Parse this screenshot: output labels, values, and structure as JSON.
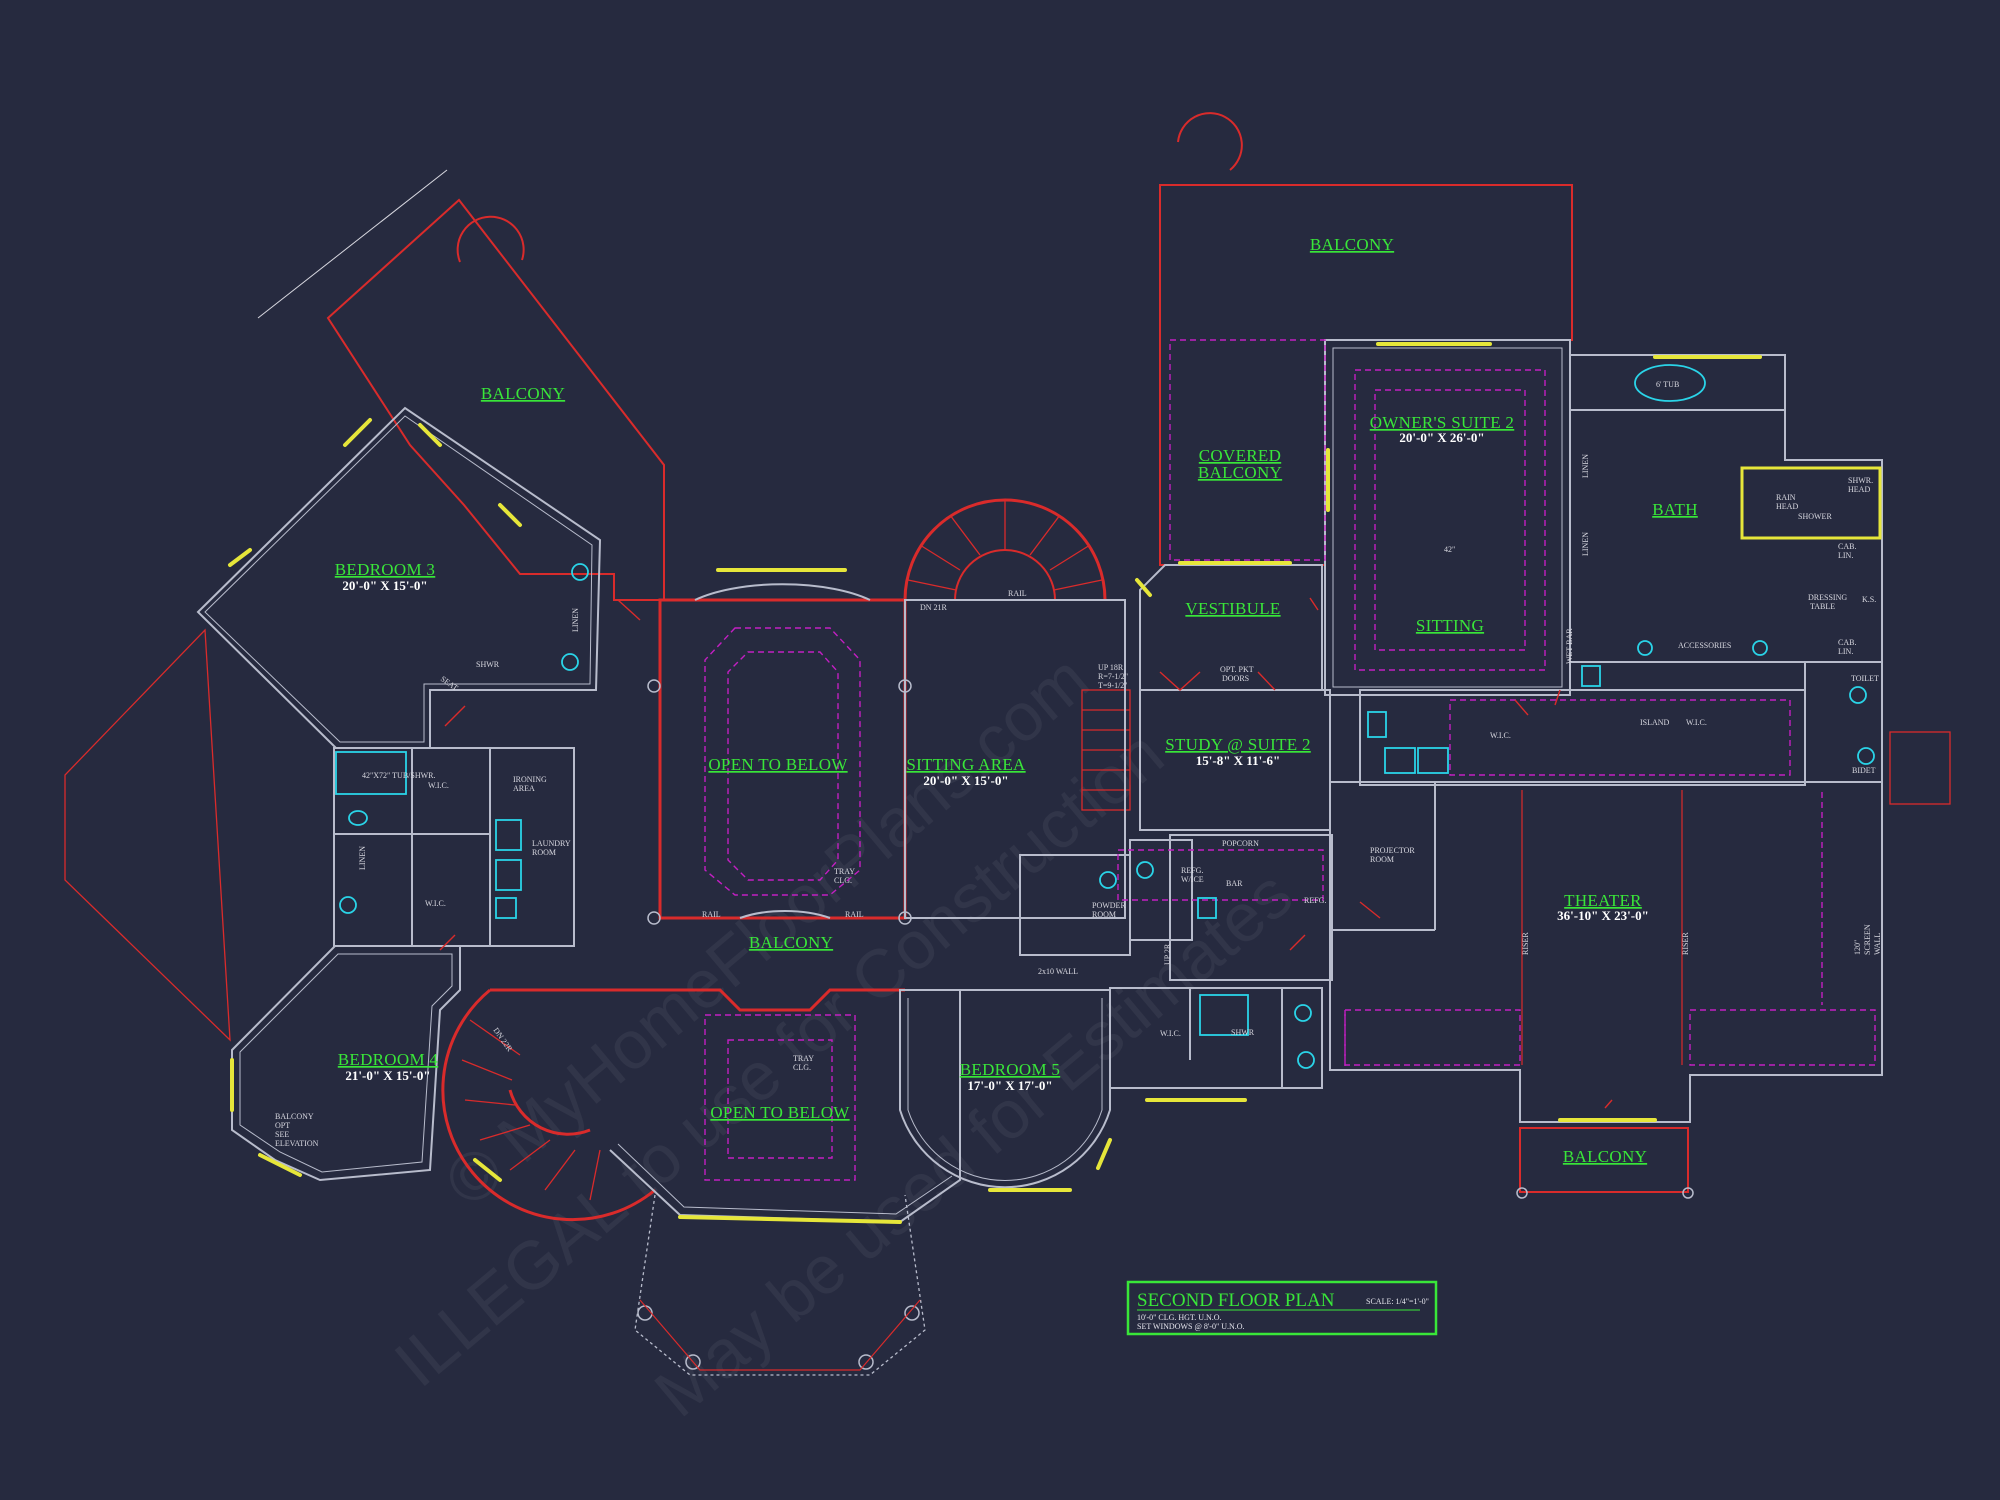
{
  "colors": {
    "background": "#262a3f",
    "walls": "#b8bccc",
    "red_lines": "#d92b2b",
    "magenta_dashed": "#c21fc2",
    "cyan_fixtures": "#2ad4e8",
    "window_yellow": "#e6e63a",
    "label_green": "#39e639"
  },
  "rooms": {
    "balcony_nw": {
      "title": "BALCONY"
    },
    "bedroom3": {
      "title": "BEDROOM 3",
      "dims": "20'-0\" X 15'-0\""
    },
    "open_below_1": {
      "title": "OPEN TO BELOW"
    },
    "sitting_area": {
      "title": "SITTING AREA",
      "dims": "20'-0\" X 15'-0\""
    },
    "balcony_mid": {
      "title": "BALCONY"
    },
    "bedroom4": {
      "title": "BEDROOM 4",
      "dims": "21'-0\" X 15'-0\""
    },
    "open_below_2": {
      "title": "OPEN TO BELOW"
    },
    "bedroom5": {
      "title": "BEDROOM 5",
      "dims": "17'-0\" X 17'-0\""
    },
    "balcony_ne": {
      "title": "BALCONY"
    },
    "covered_balcony": {
      "title_l1": "COVERED",
      "title_l2": "BALCONY"
    },
    "vestibule": {
      "title": "VESTIBULE"
    },
    "owners_suite": {
      "title": "OWNER'S SUITE 2",
      "dims": "20'-0\" X 26'-0\""
    },
    "sitting": {
      "title": "SITTING"
    },
    "bath": {
      "title": "BATH"
    },
    "study": {
      "title": "STUDY @ SUITE 2",
      "dims": "15'-8\" X 11'-6\""
    },
    "theater": {
      "title": "THEATER",
      "dims": "36'-10\" X 23'-0\""
    },
    "balcony_se": {
      "title": "BALCONY"
    }
  },
  "notes": {
    "shwr": "SHWR",
    "seat": "SEAT",
    "linen": "LINEN",
    "tub_shwr": "42\"X72\" TUB/SHWR.",
    "wic": "W.I.C.",
    "ironing_l1": "IRONING",
    "ironing_l2": "AREA",
    "laundry_l1": "LAUNDRY",
    "laundry_l2": "ROOM",
    "balcony_opt_l1": "BALCONY",
    "balcony_opt_l2": "OPT",
    "balcony_opt_l3": "SEE",
    "balcony_opt_l4": "ELEVATION",
    "tray_clg_l1": "TRAY",
    "tray_clg_l2": "CLG.",
    "dn_21r": "DN 21R",
    "dn_22r": "DN 22R",
    "up_18r_l1": "UP 18R",
    "up_18r_l2": "R=7-1/2\"",
    "up_18r_l3": "T=9-1/2\"",
    "up_2r": "UP 2R",
    "powder_l1": "POWDER",
    "powder_l2": "ROOM",
    "popcorn": "POPCORN",
    "refg_wice_l1": "REFG.",
    "refg_wice_l2": "W/ICE",
    "bar": "BAR",
    "refg": "REFG.",
    "projector_l1": "PROJECTOR",
    "projector_l2": "ROOM",
    "wall_2x10": "2x10 WALL",
    "opt_pkt_l1": "OPT. PKT",
    "opt_pkt_l2": "DOORS",
    "tub_6": "6' TUB",
    "rain_head_l1": "RAIN",
    "rain_head_l2": "HEAD",
    "shower": "SHOWER",
    "shwr_head_l1": "SHWR.",
    "shwr_head_l2": "HEAD",
    "cab_lin_l1": "CAB.",
    "cab_lin_l2": "LIN.",
    "dressing_l1": "DRESSING",
    "dressing_l2": "TABLE",
    "ks": "K.S.",
    "accessories": "ACCESSORIES",
    "toilet": "TOILET",
    "bidet": "BIDET",
    "island": "ISLAND",
    "wet_bar": "WET BAR",
    "tv_42": "42\"",
    "screen_wall_l1": "120\"",
    "screen_wall_l2": "SCREEN",
    "screen_wall_l3": "WALL",
    "riser": "RISER",
    "rail": "RAIL",
    "linen_sm": "LINEN"
  },
  "title_block": {
    "title": "SECOND FLOOR PLAN",
    "scale": "SCALE: 1/4\"=1'-0\"",
    "note1": "10'-0\" CLG. HGT. U.N.O.",
    "note2": "SET WINDOWS @ 8'-0\" U.N.O."
  },
  "watermark": {
    "line1": "© MyHomeFloorPlans.com",
    "line2": "ILLEGAL to use for Construction",
    "line3": "May be used for Estimates"
  }
}
